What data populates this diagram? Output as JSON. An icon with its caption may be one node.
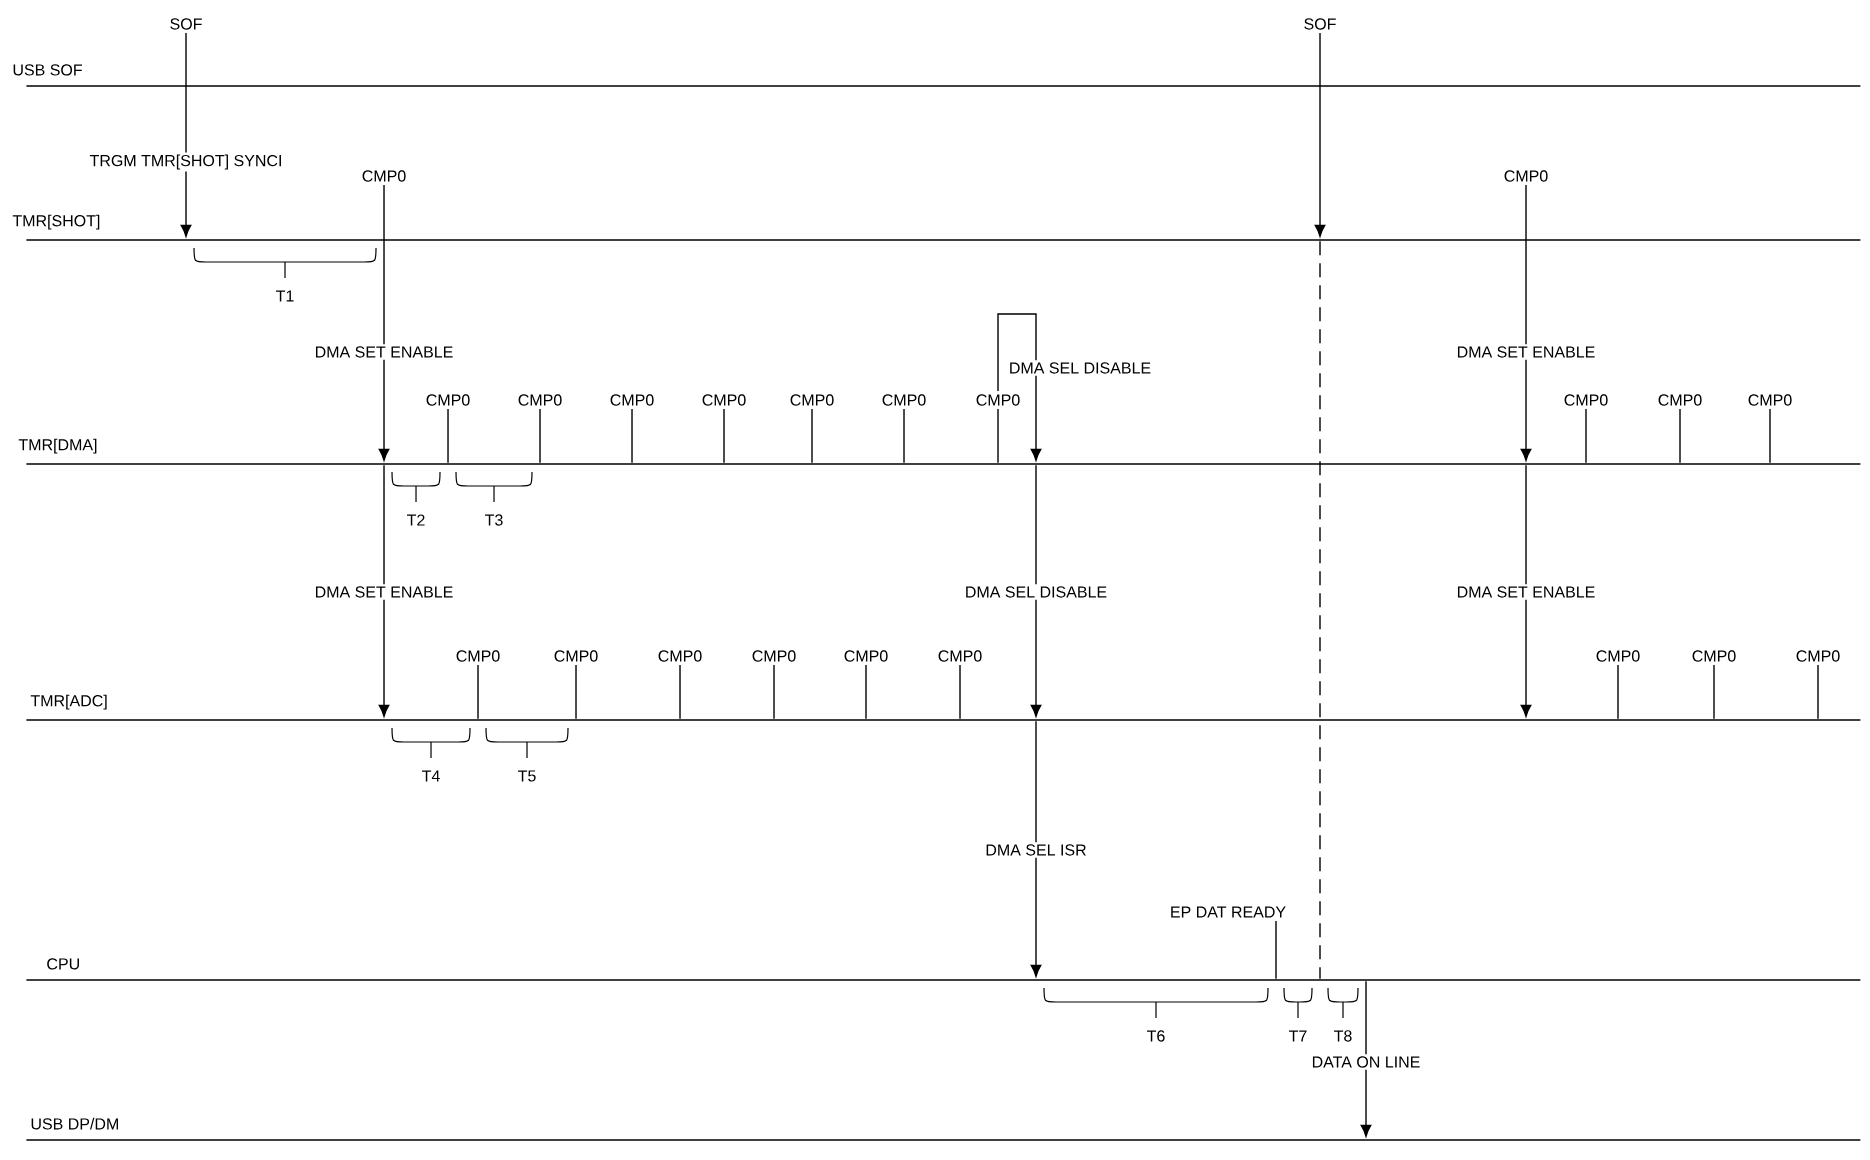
{
  "diagram": {
    "nodes": [
      {
        "text": [
          "SOF"
        ]
      },
      {
        "text": [
          "SOF"
        ]
      },
      {
        "text": [],
        "shape": "bar",
        "beside": [
          "USB SOF"
        ]
      },
      {
        "text": [
          "CMP0"
        ]
      },
      {
        "text": [
          "CMP0"
        ]
      },
      {
        "text": [],
        "shape": "bar",
        "beside": [
          "TMR[SHOT]"
        ]
      },
      {
        "text": [
          "CMP0"
        ]
      },
      {
        "text": [],
        "shape": "bar",
        "beside": [
          "TMR[DMA]"
        ]
      },
      {
        "text": [],
        "shape": "bar",
        "beside": [
          "TMR[ADC]"
        ]
      },
      {
        "text": [],
        "shape": "bar",
        "beside": [
          "CPU"
        ]
      },
      {
        "text": [],
        "shape": "bar",
        "beside": [
          "USB DP/DM"
        ]
      },
      {
        "text": [
          "CMP0"
        ]
      },
      {
        "text": [
          "CMP0"
        ]
      },
      {
        "text": [
          "CMP0"
        ]
      },
      {
        "text": [
          "CMP0"
        ]
      },
      {
        "text": [
          "CMP0"
        ]
      },
      {
        "text": [
          "CMP0"
        ]
      },
      {
        "text": [
          "CMP0"
        ]
      },
      {
        "text": [
          "CMP0"
        ]
      },
      {
        "text": [
          "CMP0"
        ]
      },
      {
        "text": [
          "CMP0"
        ]
      },
      {
        "text": [
          "CMP0"
        ]
      },
      {
        "text": [
          "CMP0"
        ]
      },
      {
        "text": [
          "CMP0"
        ]
      },
      {
        "text": [
          "CMP0"
        ]
      },
      {
        "text": [
          "CMP0"
        ]
      },
      {
        "text": [
          "CMP0"
        ]
      },
      {
        "text": [
          "CMP0"
        ]
      },
      {
        "text": [
          "CMP0"
        ]
      },
      {
        "text": [
          "EP DAT READY"
        ]
      }
    ],
    "edges": [
      {
        "from": 0,
        "to": 5,
        "arrow": "to",
        "label": "TRGM TMR[SHOT] SYNCI"
      },
      {
        "from": 3,
        "to": 7,
        "arrow": "to",
        "label": "DMA SET ENABLE"
      },
      {
        "from": 7,
        "to": 8,
        "arrow": "to",
        "label": "DMA SET ENABLE"
      },
      {
        "from": 6,
        "to": 7,
        "arrow": "to",
        "label": "DMA SEL DISABLE"
      },
      {
        "from": 7,
        "to": 8,
        "arrow": "to",
        "label": "DMA SEL DISABLE"
      },
      {
        "from": 8,
        "to": 9,
        "arrow": "to",
        "label": "DMA SEL ISR"
      },
      {
        "from": 1,
        "to": 5,
        "arrow": "to"
      },
      {
        "from": 5,
        "to": 9,
        "arrow": "none",
        "style": "dashed"
      },
      {
        "from": 4,
        "to": 7,
        "arrow": "to",
        "label": "DMA SET ENABLE"
      },
      {
        "from": 7,
        "to": 8,
        "arrow": "to",
        "label": "DMA SET ENABLE"
      },
      {
        "from": 9,
        "to": 10,
        "arrow": "to",
        "label": "DATA ON LINE"
      },
      {
        "from": 6,
        "to": 7,
        "arrow": "none"
      },
      {
        "from": 11,
        "to": 7,
        "arrow": "none"
      },
      {
        "from": 12,
        "to": 7,
        "arrow": "none"
      },
      {
        "from": 13,
        "to": 7,
        "arrow": "none"
      },
      {
        "from": 14,
        "to": 7,
        "arrow": "none"
      },
      {
        "from": 15,
        "to": 7,
        "arrow": "none"
      },
      {
        "from": 16,
        "to": 7,
        "arrow": "none"
      },
      {
        "from": 17,
        "to": 7,
        "arrow": "none"
      },
      {
        "from": 18,
        "to": 7,
        "arrow": "none"
      },
      {
        "from": 19,
        "to": 7,
        "arrow": "none"
      },
      {
        "from": 20,
        "to": 8,
        "arrow": "none"
      },
      {
        "from": 21,
        "to": 8,
        "arrow": "none"
      },
      {
        "from": 22,
        "to": 8,
        "arrow": "none"
      },
      {
        "from": 23,
        "to": 8,
        "arrow": "none"
      },
      {
        "from": 24,
        "to": 8,
        "arrow": "none"
      },
      {
        "from": 25,
        "to": 8,
        "arrow": "none"
      },
      {
        "from": 26,
        "to": 8,
        "arrow": "none"
      },
      {
        "from": 27,
        "to": 8,
        "arrow": "none"
      },
      {
        "from": 28,
        "to": 8,
        "arrow": "none"
      },
      {
        "from": 29,
        "to": 9,
        "arrow": "none"
      }
    ],
    "labels": [
      "T1",
      "T2",
      "T3",
      "T4",
      "T5",
      "T6",
      "T7",
      "T8"
    ]
  }
}
